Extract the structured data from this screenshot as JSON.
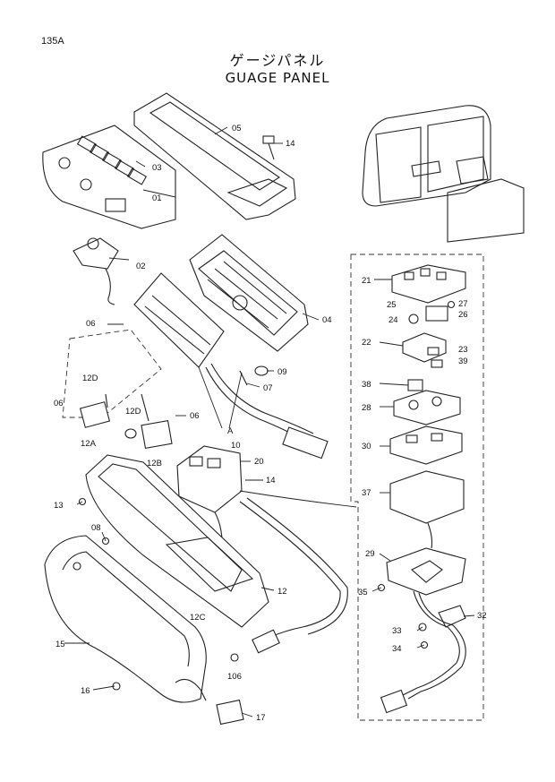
{
  "page_code": "135A",
  "title_jp": "ゲージパネル",
  "title_en": "GUAGE PANEL",
  "callouts": {
    "c01": "01",
    "c02": "02",
    "c03": "03",
    "c04": "04",
    "c05": "05",
    "c06a": "06",
    "c06b": "06",
    "c06c": "06",
    "c07": "07",
    "c08": "08",
    "c09": "09",
    "c10": "10",
    "cA": "A",
    "c12": "12",
    "c12A": "12A",
    "c12B": "12B",
    "c12C": "12C",
    "c12Da": "12D",
    "c12Db": "12D",
    "c13": "13",
    "c14a": "14",
    "c14b": "14",
    "c15": "15",
    "c16": "16",
    "c17": "17",
    "c20": "20",
    "c21": "21",
    "c22": "22",
    "c23": "23",
    "c24": "24",
    "c25": "25",
    "c26": "26",
    "c27": "27",
    "c28": "28",
    "c29": "29",
    "c30": "30",
    "c32": "32",
    "c33": "33",
    "c34": "34",
    "c35": "35",
    "c37": "37",
    "c38": "38",
    "c39": "39",
    "c106": "106"
  }
}
